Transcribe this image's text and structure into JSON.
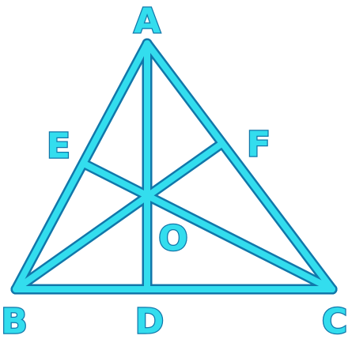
{
  "diagram": {
    "labels": {
      "A": "A",
      "B": "B",
      "C": "C",
      "D": "D",
      "E": "E",
      "F": "F",
      "O": "O"
    },
    "segments": [
      [
        "A",
        "B"
      ],
      [
        "B",
        "C"
      ],
      [
        "C",
        "A"
      ],
      [
        "A",
        "D"
      ],
      [
        "B",
        "F"
      ],
      [
        "C",
        "E"
      ]
    ],
    "colors": {
      "line_fill": "#33ddee",
      "line_outline": "#1177aa",
      "label_fill": "#33ddee",
      "label_outline": "#1177aa"
    }
  }
}
